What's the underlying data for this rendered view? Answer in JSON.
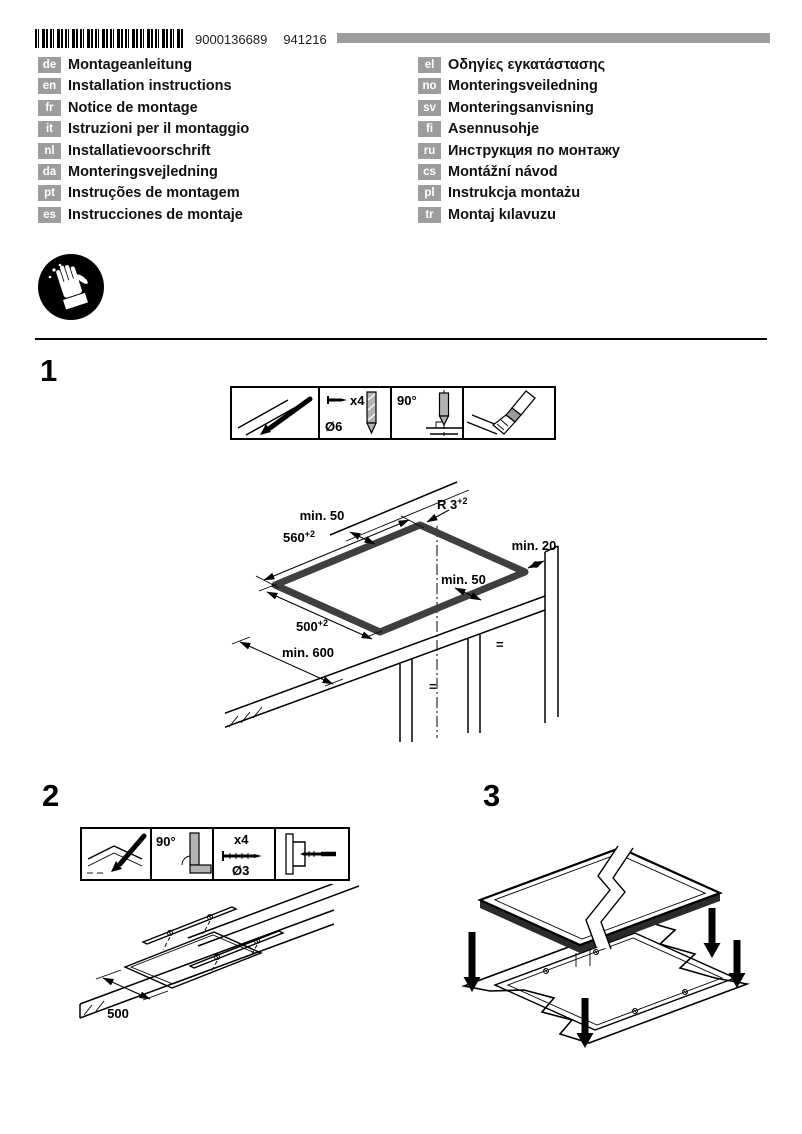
{
  "header": {
    "barcode_number": "9000136689",
    "doc_code": "941216"
  },
  "languages": {
    "left": [
      {
        "code": "de",
        "label": "Montageanleitung"
      },
      {
        "code": "en",
        "label": "Installation instructions"
      },
      {
        "code": "fr",
        "label": "Notice de montage"
      },
      {
        "code": "it",
        "label": "Istruzioni per il montaggio"
      },
      {
        "code": "nl",
        "label": "Installatievoorschrift"
      },
      {
        "code": "da",
        "label": "Monteringsvejledning"
      },
      {
        "code": "pt",
        "label": "Instruções de montagem"
      },
      {
        "code": "es",
        "label": "Instrucciones de montaje"
      }
    ],
    "right": [
      {
        "code": "el",
        "label": "Οδηγίες εγκατάστασης"
      },
      {
        "code": "no",
        "label": "Monteringsveiledning"
      },
      {
        "code": "sv",
        "label": "Monteringsanvisning"
      },
      {
        "code": "fi",
        "label": "Asennusohje"
      },
      {
        "code": "ru",
        "label": "Инструкция по монтажу"
      },
      {
        "code": "cs",
        "label": "Montážní návod"
      },
      {
        "code": "pl",
        "label": "Instrukcja montażu"
      },
      {
        "code": "tr",
        "label": "Montaj kılavuzu"
      }
    ]
  },
  "steps": {
    "one": "1",
    "two": "2",
    "three": "3"
  },
  "tools1": {
    "x4": "x4",
    "dia": "Ø6",
    "angle": "90°"
  },
  "tools2": {
    "angle": "90°",
    "x4": "x4",
    "dia": "Ø3"
  },
  "dims1": {
    "min50_top": "min. 50",
    "radius_base": "R 3",
    "radius_sup": "+2",
    "width_base": "560",
    "width_sup": "+2",
    "min20": "min. 20",
    "min50_right": "min. 50",
    "depth_base": "500",
    "depth_sup": "+2",
    "min600": "min. 600",
    "eq1": "=",
    "eq2": "="
  },
  "dims2": {
    "width": "500"
  },
  "icons": {
    "gloves": "protective-gloves-icon",
    "scribe": "scriber-pencil-icon",
    "screw": "screw-icon",
    "drill": "drill-bit-icon",
    "perpendicular": "perpendicular-drilling-icon",
    "brush": "sealant-brush-icon",
    "square": "try-square-icon",
    "screwdriver": "screwdriver-icon"
  },
  "colors": {
    "badge_gray": "#9d9d9d",
    "line_black": "#000000",
    "cutout_gray": "#3f3f3f",
    "tool_gray": "#b3b3b3"
  }
}
